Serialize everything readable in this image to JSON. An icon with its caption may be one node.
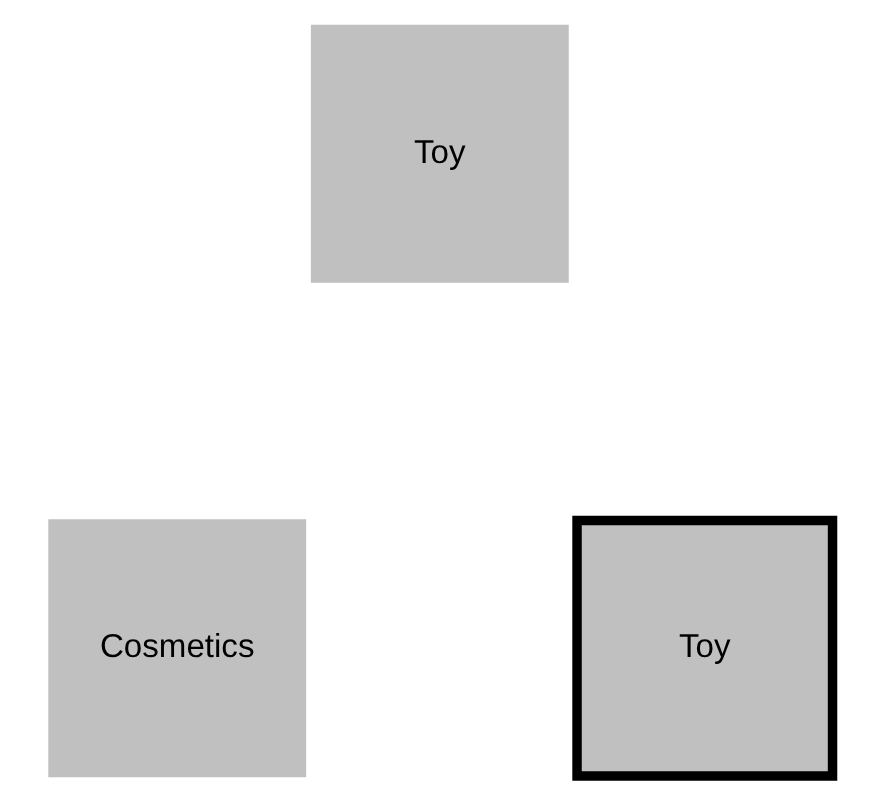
{
  "diagram": {
    "nodes": [
      {
        "text": [
          "Toy"
        ]
      },
      {
        "text": [
          "Cosmetics"
        ]
      },
      {
        "text": [
          "Toy"
        ]
      }
    ]
  }
}
